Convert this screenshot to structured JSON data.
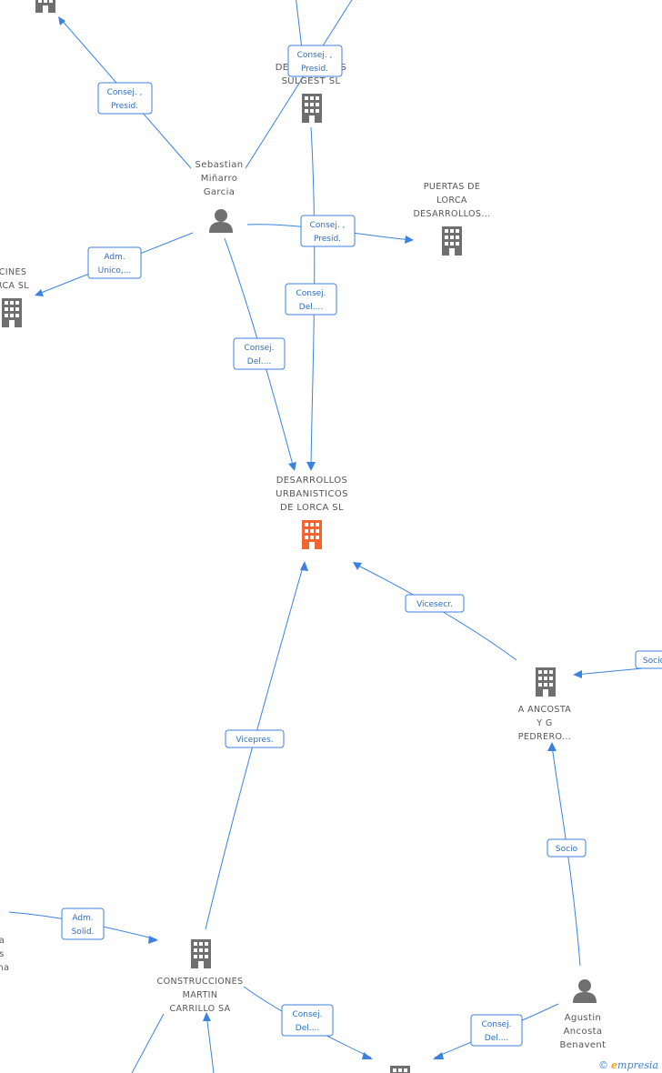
{
  "nodes": [
    {
      "id": "top_left_co",
      "kind": "company",
      "lines": []
    },
    {
      "id": "sulgest",
      "kind": "company",
      "lines": [
        "DESARROLLOS",
        "SULGEST SL"
      ]
    },
    {
      "id": "sebastian",
      "kind": "person",
      "lines": [
        "Sebastian",
        "Miñarro",
        "Garcia"
      ]
    },
    {
      "id": "puertas",
      "kind": "company",
      "lines": [
        "PUERTAS DE",
        "LORCA",
        "DESARROLLOS..."
      ]
    },
    {
      "id": "left_co",
      "kind": "company",
      "lines": [
        "CINES",
        "RCA SL"
      ]
    },
    {
      "id": "main",
      "kind": "company-main",
      "lines": [
        "DESARROLLOS",
        "URBANISTICOS",
        "DE LORCA SL"
      ]
    },
    {
      "id": "ancosta",
      "kind": "company",
      "lines": [
        "A ANCOSTA",
        "Y G",
        "PEDRERO..."
      ]
    },
    {
      "id": "left_person",
      "kind": "text",
      "lines": [
        "a",
        "s",
        "na"
      ]
    },
    {
      "id": "construcciones",
      "kind": "company",
      "lines": [
        "CONSTRUCCIONES",
        "MARTIN",
        "CARRILLO SA"
      ]
    },
    {
      "id": "agustin",
      "kind": "person",
      "lines": [
        "Agustin",
        "Ancosta",
        "Benavent"
      ]
    },
    {
      "id": "bottom_co",
      "kind": "company",
      "lines": []
    }
  ],
  "edges": [
    {
      "id": "e1",
      "label": [
        "Consej. ,",
        "Presid."
      ]
    },
    {
      "id": "e2",
      "label": [
        "Consej. ,",
        "Presid."
      ]
    },
    {
      "id": "e3",
      "label": [
        "Consej. ,",
        "Presid."
      ]
    },
    {
      "id": "e4",
      "label": [
        "Adm.",
        "Unico,..."
      ]
    },
    {
      "id": "e5",
      "label": [
        "Consej.",
        "Del...."
      ]
    },
    {
      "id": "e6",
      "label": [
        "Consej.",
        "Del...."
      ]
    },
    {
      "id": "e7",
      "label": [
        "Vicesecr."
      ]
    },
    {
      "id": "e8",
      "label": [
        "Socio"
      ]
    },
    {
      "id": "e9",
      "label": [
        "Socio"
      ]
    },
    {
      "id": "e10",
      "label": [
        "Vicepres."
      ]
    },
    {
      "id": "e11",
      "label": [
        "Adm.",
        "Solid."
      ]
    },
    {
      "id": "e12",
      "label": [
        "Consej.",
        "Del...."
      ]
    },
    {
      "id": "e13",
      "label": [
        "Consej.",
        "Del...."
      ]
    }
  ],
  "watermark": {
    "copyright": "©",
    "brand_initial": "e",
    "brand_rest": "mpresia"
  },
  "colors": {
    "edge": "#3b82e0",
    "node_icon": "#6f6f6f",
    "main_icon": "#f26531"
  }
}
